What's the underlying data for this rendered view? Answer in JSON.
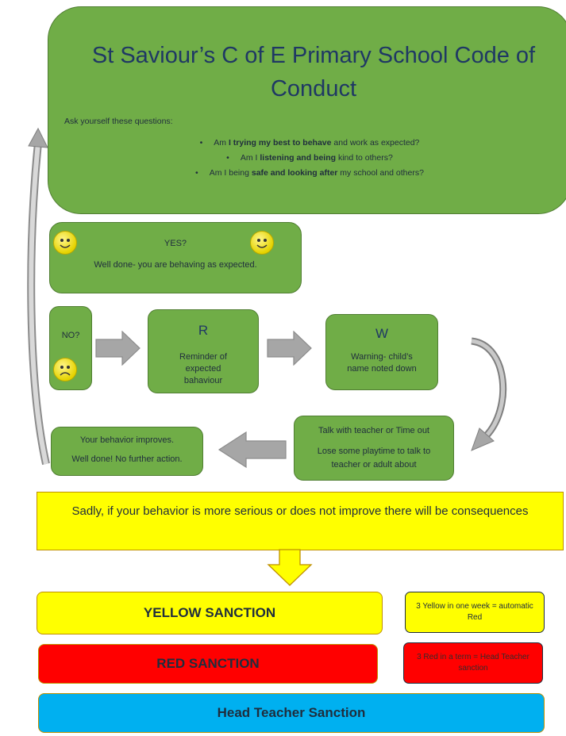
{
  "title": "St Saviour’s C of E Primary School Code of Conduct",
  "ask": "Ask yourself these questions:",
  "questions": [
    {
      "pre": "Am ",
      "bold": "I trying my best to behave",
      "post": " and work as expected?"
    },
    {
      "pre": "Am I ",
      "bold": "listening and being",
      "post": " kind to others?"
    },
    {
      "pre": "Am I being ",
      "bold": "safe and looking after",
      "post": " my school and others?"
    }
  ],
  "yes": {
    "label": "YES?",
    "text": "Well done- you are behaving as expected."
  },
  "no": {
    "label": "NO?"
  },
  "reminder": {
    "letter": "R",
    "text": "Reminder of expected bahaviour"
  },
  "warning": {
    "letter": "W",
    "text": "Warning- child’s name noted down"
  },
  "talk": {
    "line1": "Talk with teacher or Time out",
    "line2": "Lose some playtime to talk to teacher or adult about"
  },
  "improves": {
    "line1": "Your behavior improves.",
    "line2": "Well done! No further action."
  },
  "consequences": "Sadly, if your behavior is more serious or does not improve there will be consequences",
  "yellow_sanction": "YELLOW SANCTION",
  "yellow_note": "3 Yellow in one week = automatic Red",
  "red_sanction": "RED SANCTION",
  "red_note": "3 Red in a term = Head Teacher sanction",
  "head_sanction": "Head Teacher Sanction",
  "colors": {
    "green": "#70ad47",
    "yellow": "#ffff00",
    "red": "#ff0000",
    "blue": "#00b0f0"
  }
}
